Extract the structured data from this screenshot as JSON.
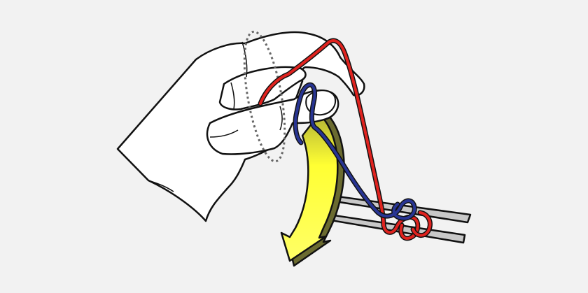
{
  "illustration": {
    "subject": "knitting-cast-on-hand-with-needles",
    "colors": {
      "background": "#f2f2f2",
      "outline": "#111111",
      "skin": "#ffffff",
      "red_yarn": "#e0231f",
      "blue_yarn": "#283593",
      "needle": "#c8c8c8",
      "arrow_fill": "#ffff33",
      "arrow_shade": "#b3b335",
      "dotted_ring": "#666666"
    },
    "icons": [
      "hand",
      "thumb",
      "index-finger",
      "red-yarn-strand",
      "blue-yarn-loop",
      "knitting-needles",
      "curved-arrow",
      "dotted-ring"
    ]
  }
}
